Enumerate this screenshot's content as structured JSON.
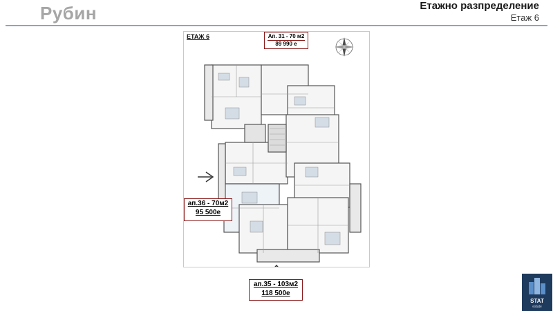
{
  "header": {
    "brand": "Рубин",
    "title": "Етажно разпределение",
    "subtitle": "Етаж 6"
  },
  "plan": {
    "floor_label": "ЕТАЖ 6",
    "apartments": [
      {
        "name": "Ап. 31 - 70 м2",
        "price": "89 990 е"
      },
      {
        "name": "ап.36 - 70м2",
        "price": "95 500е"
      },
      {
        "name": "ап.35 - 103м2",
        "price": "118 500е"
      }
    ]
  },
  "logo": {
    "name": "STAT",
    "subtitle": "estate"
  },
  "colors": {
    "accent_line": "#7fa8d1",
    "box_border": "#8b1a1a",
    "logo_bg": "#1e3a5c"
  },
  "icons": [
    "compass-icon",
    "arrow-right-icon",
    "arrow-up-icon",
    "stat-logo-icon"
  ]
}
